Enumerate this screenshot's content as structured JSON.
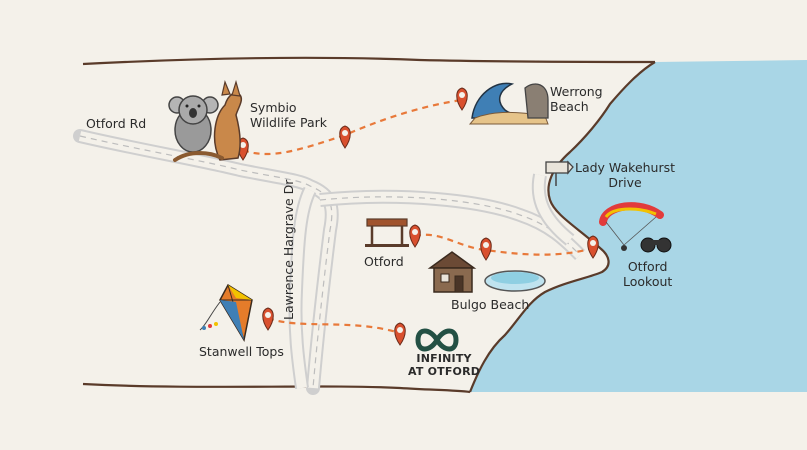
{
  "map": {
    "labels": {
      "otford_rd": "Otford Rd",
      "symbio_line1": "Symbio",
      "symbio_line2": "Wildlife Park",
      "werrong_line1": "Werrong",
      "werrong_line2": "Beach",
      "lady_line1": "Lady Wakehurst",
      "lady_line2": "Drive",
      "lawrence": "Lawrence Hargrave Dr",
      "otford": "Otford",
      "bulgo": "Bulgo Beach",
      "lookout_line1": "Otford",
      "lookout_line2": "Lookout",
      "stanwell": "Stanwell Tops",
      "infinity_line1": "INFINITY",
      "infinity_line2": "AT OTFORD"
    },
    "colors": {
      "paper": "#f4f1ea",
      "ocean": "#a9d6e6",
      "road": "#c9c9c9",
      "route": "#e8793a",
      "pin": "#d9502e",
      "outline": "#5a3b2a"
    },
    "icons": [
      "koala-icon",
      "kangaroo-icon",
      "wave-icon",
      "signpost-icon",
      "paraglider-icon",
      "binoculars-icon",
      "shelter-icon",
      "house-icon",
      "pool-icon",
      "kite-icon",
      "infinity-icon",
      "map-pin-icon"
    ]
  }
}
